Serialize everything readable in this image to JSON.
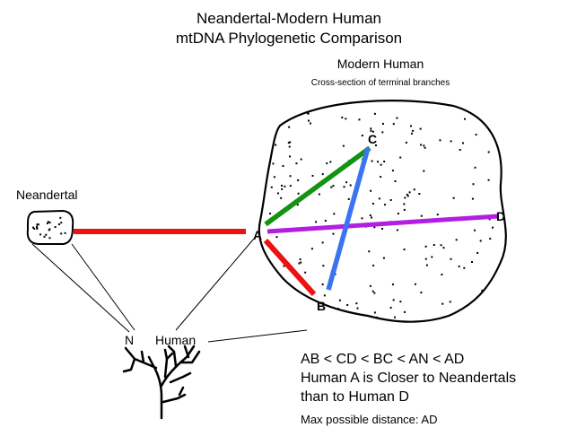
{
  "title_line1": "Neandertal-Modern Human",
  "title_line2": "mtDNA Phylogenetic Comparison",
  "modern_human_title": "Modern Human",
  "modern_human_subtitle": "Cross-section of terminal branches",
  "neandertal_label": "Neandertal",
  "tree": {
    "n_label": "N",
    "human_label": "Human"
  },
  "points": [
    {
      "name": "A",
      "color": "#e01010"
    },
    {
      "name": "B",
      "color": "#2e3ad6"
    },
    {
      "name": "C",
      "color": "#0a7a0a"
    },
    {
      "name": "D",
      "color": "#c033d6"
    }
  ],
  "distance_colors": {
    "AN": "#ee1111",
    "AB": "#ee1111",
    "AC": "#129412",
    "BC": "#3b73f0",
    "AD": "#b21fe0"
  },
  "notes": {
    "inequality": "AB < CD < BC < AN < AD",
    "conclusion_line1": "Human A is Closer to Neandertals",
    "conclusion_line2": "than to Human D",
    "max_distance": "Max possible distance: AD"
  }
}
